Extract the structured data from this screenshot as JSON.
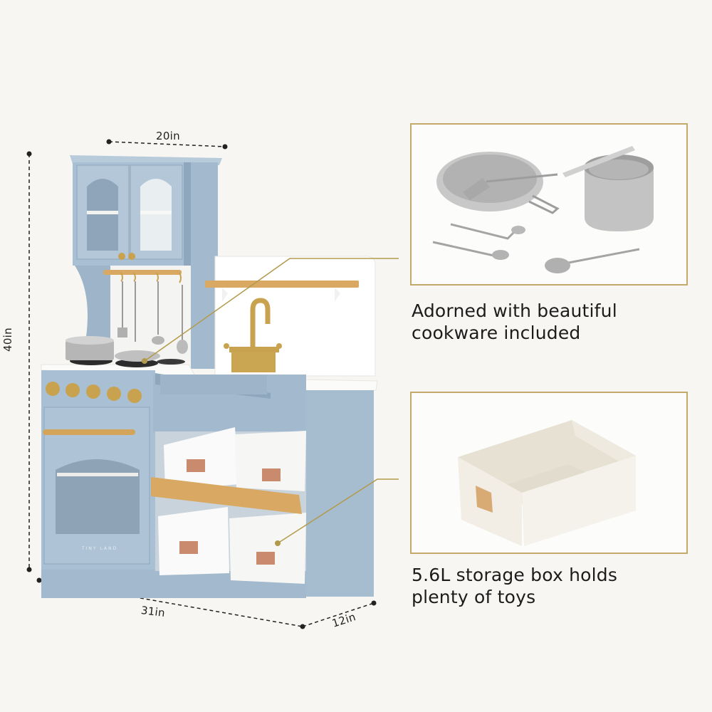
{
  "product": {
    "name": "Play kitchen",
    "brand_mark": "TINY LAND",
    "colors": {
      "background": "#f7f6f2",
      "body_blue": "#a9bfd3",
      "body_blue_dark": "#8ea7bd",
      "countertop_white": "#fbfbf9",
      "wood": "#d9a862",
      "brass": "#c9a24f",
      "callout_line": "#b39a4a",
      "frame_border": "#c4a96b",
      "box_cream": "#f1ede4",
      "label_copper": "#c98a6d"
    }
  },
  "dimensions": {
    "width_top": "20in",
    "height": "40in",
    "width_bottom": "31in",
    "depth": "12in"
  },
  "features": [
    {
      "id": "cookware",
      "caption_line1": "Adorned with beautiful",
      "caption_line2": "cookware included",
      "image_alt": "Stainless steel cookware set: frying pan, pot with lid, spatula, ladle, slotted spoon, pasta server"
    },
    {
      "id": "storage",
      "caption_line1": "5.6L storage box holds",
      "caption_line2": "plenty of toys",
      "image_alt": "Cream fabric storage box with copper label"
    }
  ]
}
